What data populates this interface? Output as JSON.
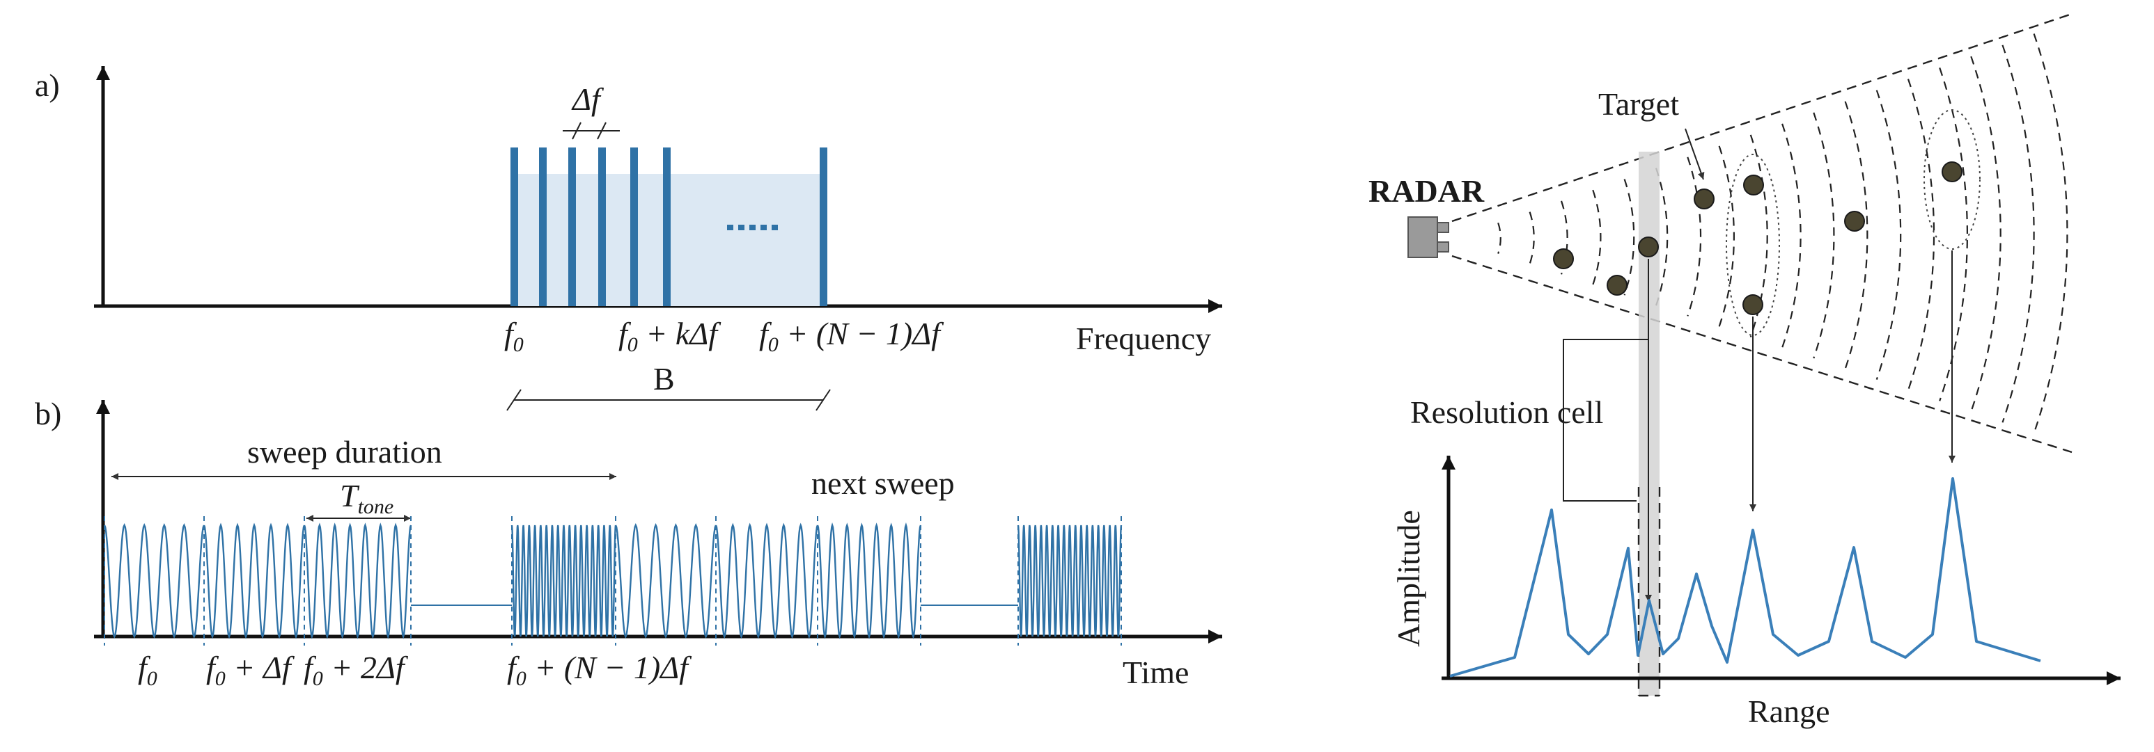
{
  "panel_a": {
    "label": "a)",
    "delta_f": "Δf",
    "axis_label": "Frequency",
    "f0_base": "f",
    "f0_sub": "0",
    "fk_pre": "f",
    "fk_sub": "0",
    "fk_rest": " + kΔf",
    "fN_pre": "f",
    "fN_sub": "0",
    "fN_rest": " + (N − 1)Δf"
  },
  "bandwidth_label": "B",
  "panel_b": {
    "label": "b)",
    "sweep_duration": "sweep duration",
    "t_tone_base": "T",
    "t_tone_sub": "tone",
    "next_sweep": "next sweep",
    "axis_label": "Time",
    "f0_base": "f",
    "f0_sub": "0",
    "f1_pre": "f",
    "f1_sub": "0",
    "f1_rest": " + Δf",
    "f2_pre": "f",
    "f2_sub": "0",
    "f2_rest": " + 2Δf",
    "fN_pre": "f",
    "fN_sub": "0",
    "fN_rest": " + (N − 1)Δf"
  },
  "radar_panel": {
    "radar_label": "RADAR",
    "target_label": "Target",
    "resolution_cell_label": "Resolution cell",
    "y_axis_label": "Amplitude",
    "x_axis_label": "Range"
  },
  "colors": {
    "signal_blue": "#2f72a6",
    "band_fill": "#dce8f3",
    "target_fill": "#4a4530",
    "cell_gray": "#d4d4d4"
  }
}
